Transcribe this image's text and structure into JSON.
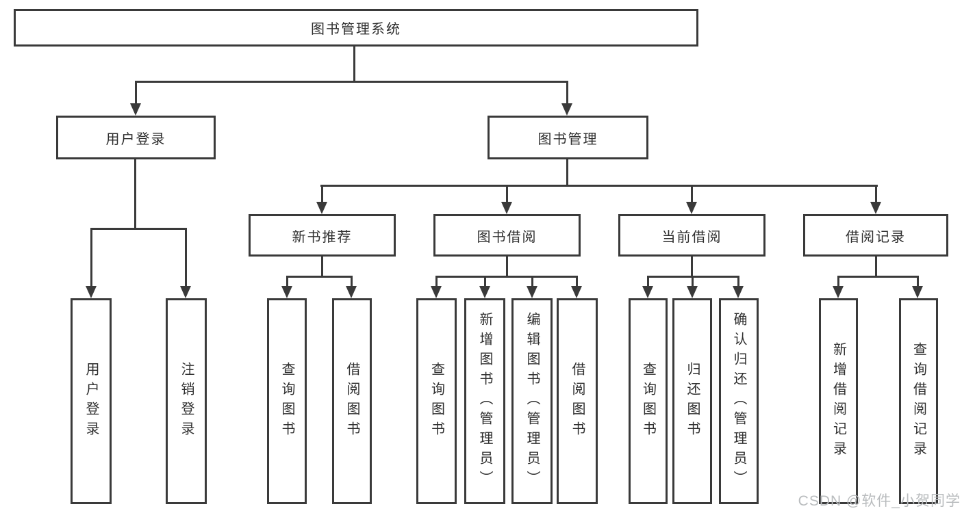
{
  "diagram": {
    "root": {
      "label": "图书管理系统"
    },
    "level2": [
      {
        "label": "用户登录"
      },
      {
        "label": "图书管理"
      }
    ],
    "level3": [
      {
        "label": "新书推荐"
      },
      {
        "label": "图书借阅"
      },
      {
        "label": "当前借阅"
      },
      {
        "label": "借阅记录"
      }
    ],
    "leaves": [
      {
        "label": "用户登录"
      },
      {
        "label": "注销登录"
      },
      {
        "label": "查询图书"
      },
      {
        "label": "借阅图书"
      },
      {
        "label": "查询图书"
      },
      {
        "label": "新增图书（管理员）"
      },
      {
        "label": "编辑图书（管理员）"
      },
      {
        "label": "借阅图书"
      },
      {
        "label": "查询图书"
      },
      {
        "label": "归还图书"
      },
      {
        "label": "确认归还（管理员）"
      },
      {
        "label": "新增借阅记录"
      },
      {
        "label": "查询借阅记录"
      }
    ]
  },
  "watermark": {
    "text": "CSDN @软件_小贺同学"
  },
  "colors": {
    "line": "#3a3a3a",
    "text": "#2f2f2f",
    "watermark": "#b9bcbe",
    "background": "#ffffff"
  }
}
